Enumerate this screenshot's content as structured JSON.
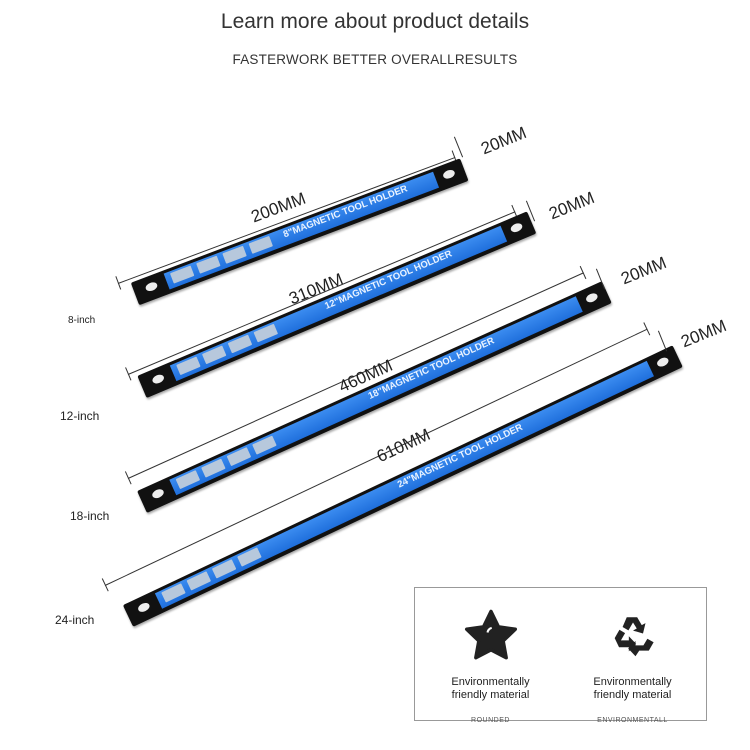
{
  "header": {
    "title": "Learn more about product details",
    "subtitle": "FASTERWORK BETTER OVERALLRESULTS"
  },
  "bars": [
    {
      "label": "8\"MAGNETIC TOOL HOLDER",
      "length": "200MM",
      "width": "20MM",
      "size": "8-inch"
    },
    {
      "label": "12\"MAGNETIC TOOL HOLDER",
      "length": "310MM",
      "width": "20MM",
      "size": "12-inch"
    },
    {
      "label": "18\"MAGNETIC TOOL HOLDER",
      "length": "460MM",
      "width": "20MM",
      "size": "18-inch"
    },
    {
      "label": "24\"MAGNETIC TOOL HOLDER",
      "length": "610MM",
      "width": "20MM",
      "size": "24-inch"
    }
  ],
  "features": [
    {
      "icon": "star-icon",
      "text1": "Environmentally",
      "text2": "friendly material",
      "caption": "ROUNDED"
    },
    {
      "icon": "recycle-icon",
      "text1": "Environmentally",
      "text2": "friendly material",
      "caption": "ENVIRONMENTALL"
    }
  ],
  "colors": {
    "strip": "#2a7de8",
    "rail": "#111111"
  }
}
